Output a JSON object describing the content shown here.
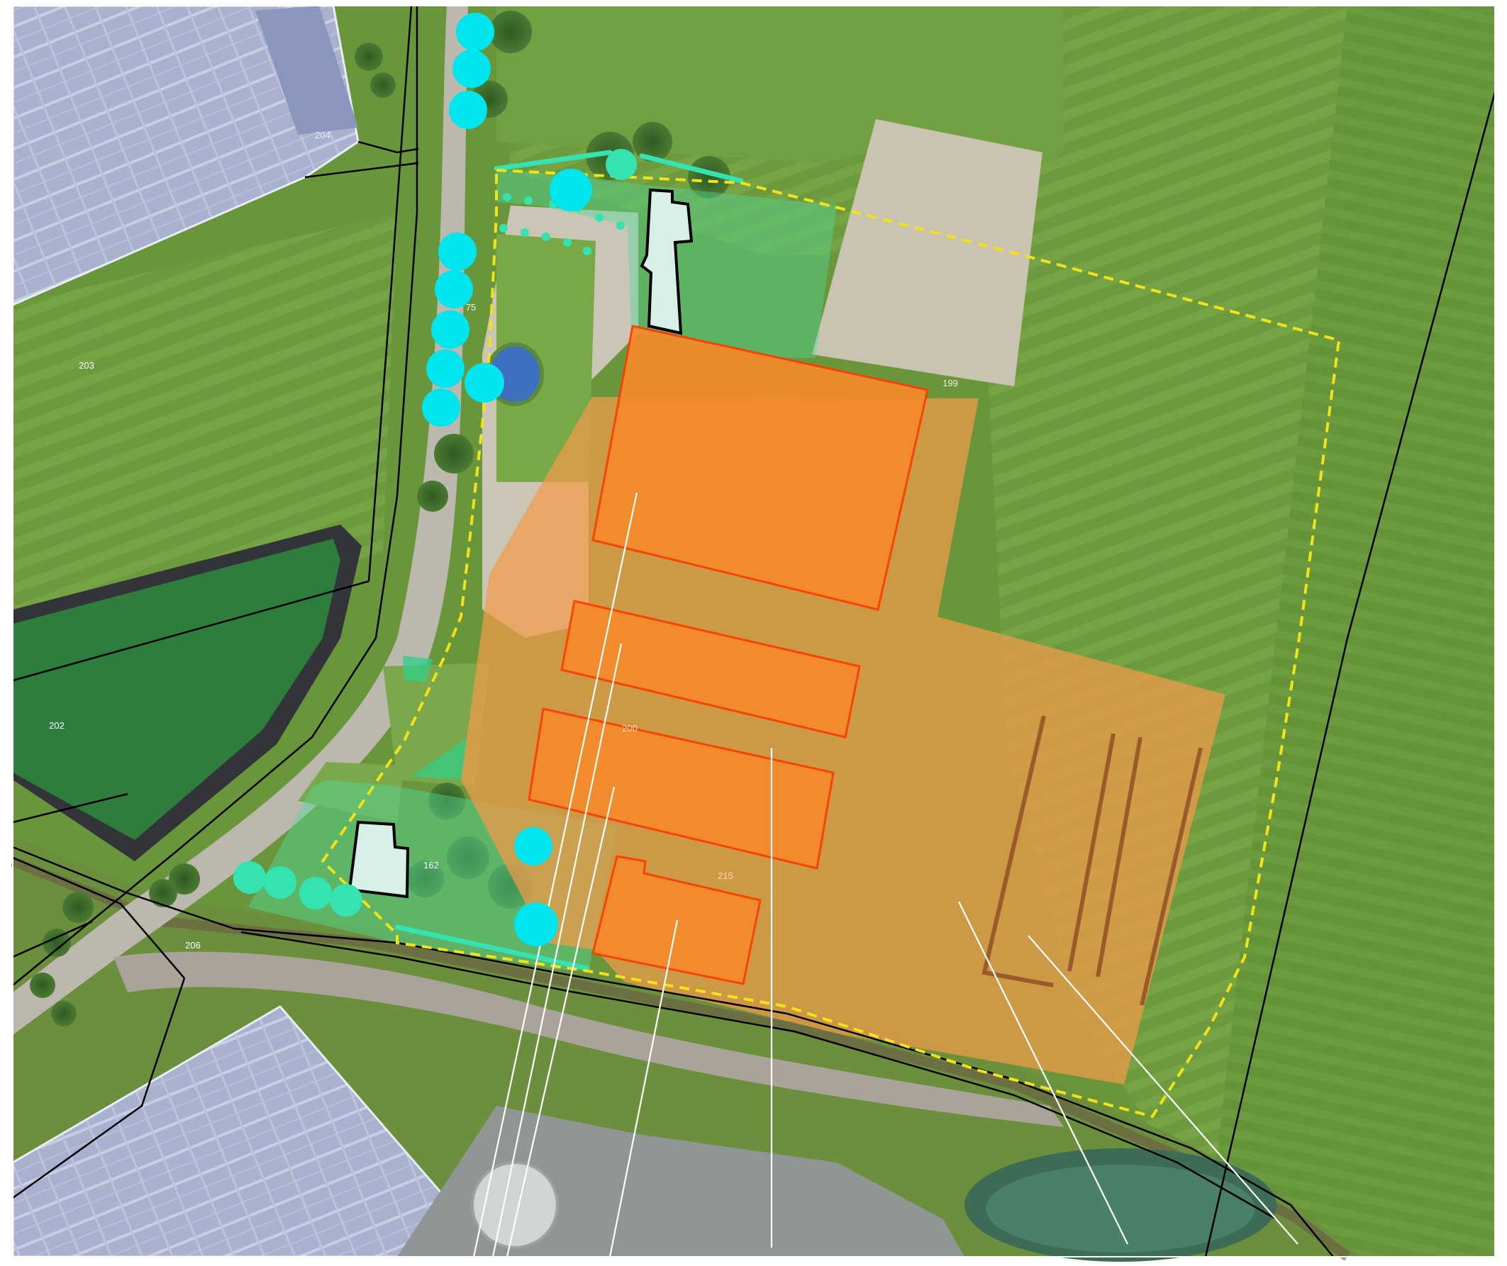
{
  "parcels": {
    "p204": "204",
    "p203": "203",
    "p202": "202",
    "p199": "199",
    "p75": "75",
    "p162": "162",
    "p206": "206",
    "p215": "215",
    "p200": "200"
  },
  "colors": {
    "field_light": "#6e9a3e",
    "field_dark": "#5d8a32",
    "greenhouse": "#aab2cf",
    "greenhouse_stripe": "#c7cde2",
    "reservoir": "#2f7d3d",
    "paved": "#cfc7b4",
    "road": "#b9b6ae",
    "building_orange": "#f58a2c",
    "building_outline": "#ff3b00",
    "zone_orange": "#f3a25a",
    "green_zone": "#4fdc9a",
    "existing_building": "#d8efe7",
    "tree_cyan": "#00e5ee",
    "tree_mint": "#35e3b0",
    "boundary": "#f2e21a",
    "cadastre": "#000000",
    "leader": "#ffffff"
  }
}
